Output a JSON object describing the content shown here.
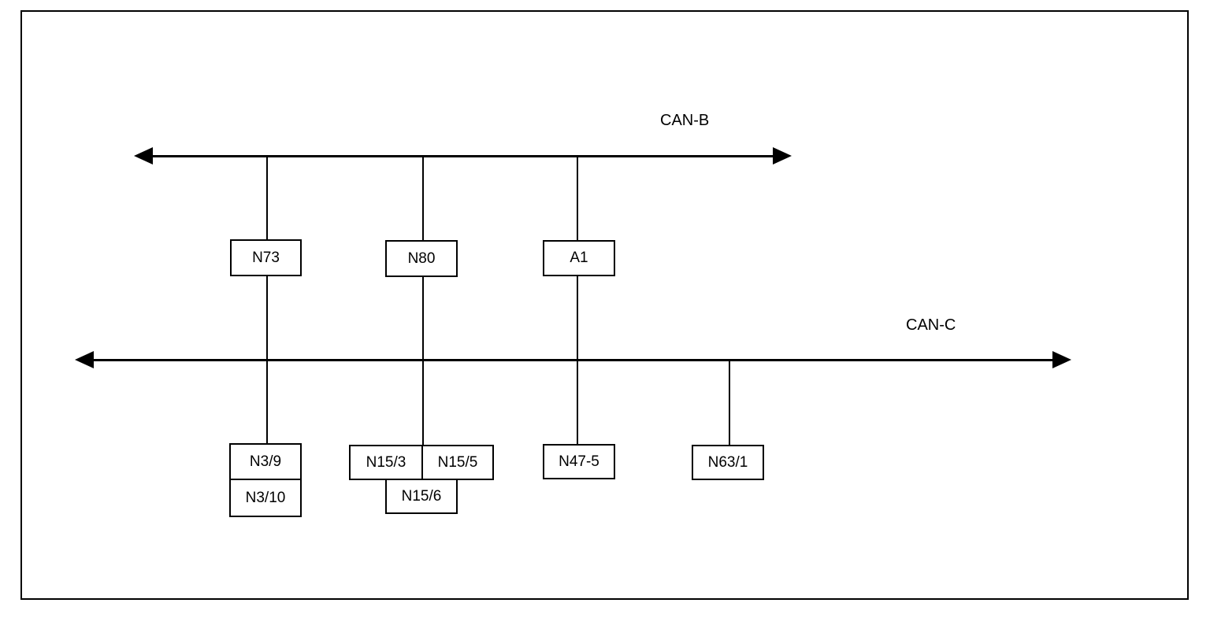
{
  "diagram": {
    "type": "can-bus-topology",
    "buses": [
      {
        "id": "can-b",
        "label": "CAN-B"
      },
      {
        "id": "can-c",
        "label": "CAN-C"
      }
    ],
    "nodes": [
      {
        "id": "N73",
        "label": "N73",
        "bus": "CAN-B/CAN-C"
      },
      {
        "id": "N80",
        "label": "N80",
        "bus": "CAN-B/CAN-C"
      },
      {
        "id": "A1",
        "label": "A1",
        "bus": "CAN-B/CAN-C"
      },
      {
        "id": "N3/9",
        "label": "N3/9",
        "bus": "CAN-C"
      },
      {
        "id": "N3/10",
        "label": "N3/10",
        "bus": "CAN-C"
      },
      {
        "id": "N15/3",
        "label": "N15/3",
        "bus": "CAN-C"
      },
      {
        "id": "N15/5",
        "label": "N15/5",
        "bus": "CAN-C"
      },
      {
        "id": "N15/6",
        "label": "N15/6",
        "bus": "CAN-C"
      },
      {
        "id": "N47-5",
        "label": "N47-5",
        "bus": "CAN-C"
      },
      {
        "id": "N63/1",
        "label": "N63/1",
        "bus": "CAN-C"
      }
    ]
  },
  "colors": {
    "line": "#000000",
    "background": "#ffffff"
  }
}
